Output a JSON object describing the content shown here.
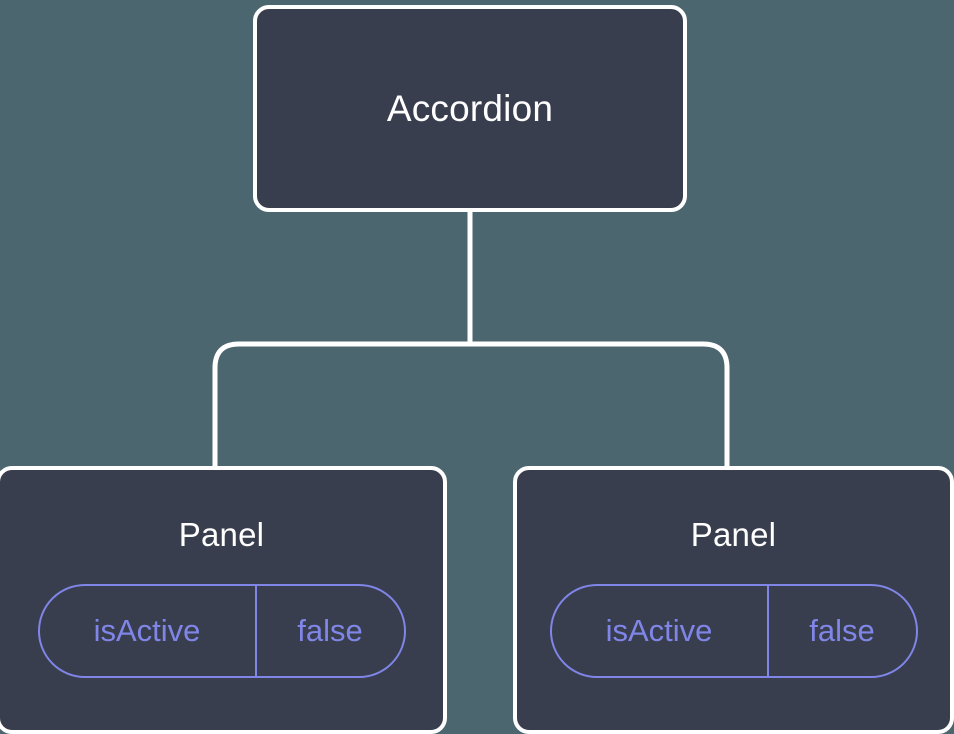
{
  "diagram": {
    "type": "component-tree",
    "background_color": "#4c6670",
    "node_fill_color": "#383e4e",
    "node_border_color": "#ffffff",
    "edge_color": "#ffffff",
    "accent_color": "#8086e8",
    "root": {
      "label": "Accordion"
    },
    "children": [
      {
        "label": "Panel",
        "state": {
          "key": "isActive",
          "value": "false"
        }
      },
      {
        "label": "Panel",
        "state": {
          "key": "isActive",
          "value": "false"
        }
      }
    ]
  }
}
